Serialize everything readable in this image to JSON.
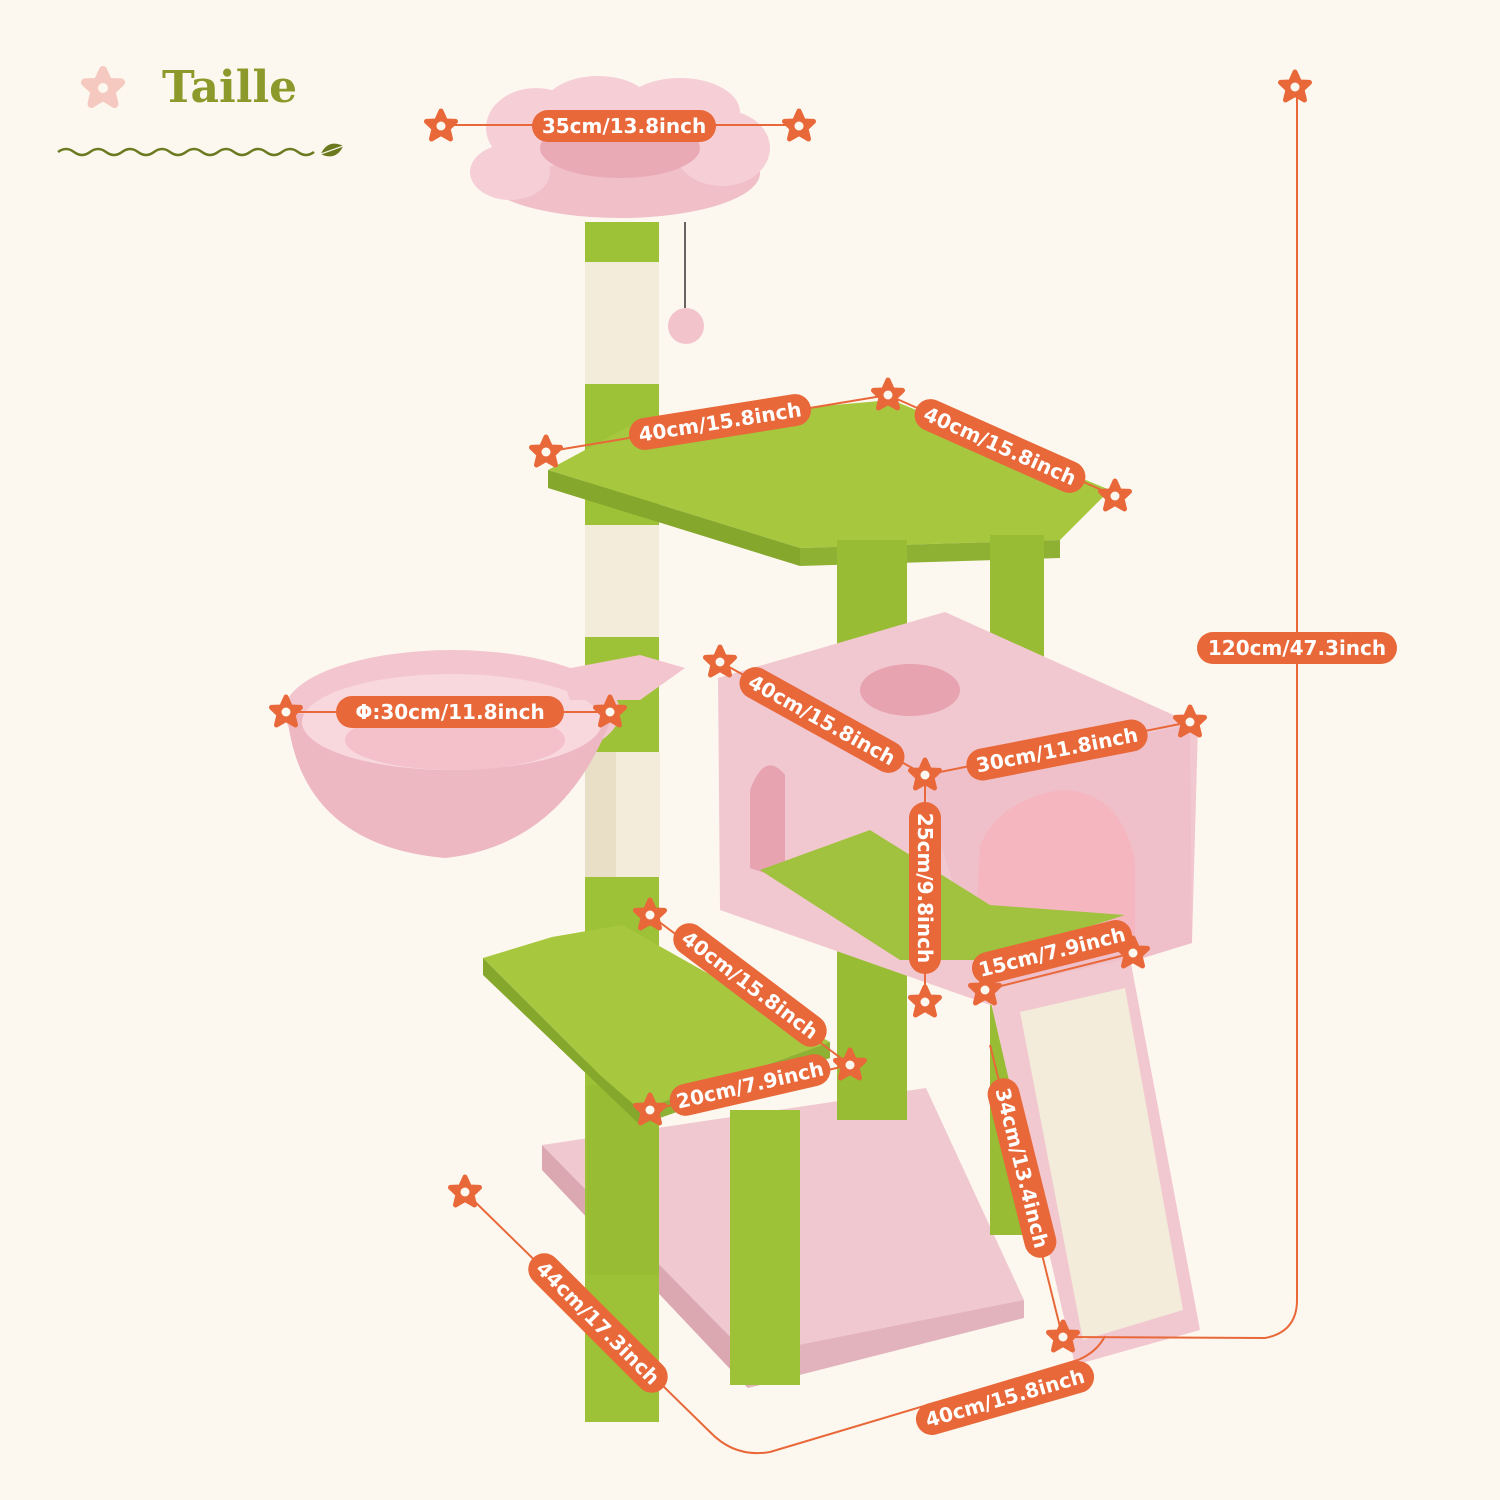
{
  "header": {
    "title": "Taille"
  },
  "colors": {
    "background": "#fdf8ef",
    "accent": "#e8683a",
    "title": "#8b9a2a",
    "green": "#9ec237",
    "pink": "#f3c6cf",
    "sisal": "#f3ecda"
  },
  "icons": {
    "title_flower": "pink-flower-icon",
    "markers": "orange-flower-icon",
    "underline_leaf": "leaf-icon"
  },
  "dimensions": {
    "top_bed_width": "35cm/13.8inch",
    "total_height": "120cm/47.3inch",
    "platform_width": "40cm/15.8inch",
    "platform_depth": "40cm/15.8inch",
    "hammock_diameter": "Φ:30cm/11.8inch",
    "condo_depth": "40cm/15.8inch",
    "condo_width": "30cm/11.8inch",
    "condo_height": "25cm/9.8inch",
    "ramp_width": "15cm/7.9inch",
    "lower_platform_depth": "40cm/15.8inch",
    "lower_platform_width": "20cm/7.9inch",
    "ramp_length": "34cm/13.4inch",
    "base_depth": "44cm/17.3inch",
    "base_width": "40cm/15.8inch"
  }
}
